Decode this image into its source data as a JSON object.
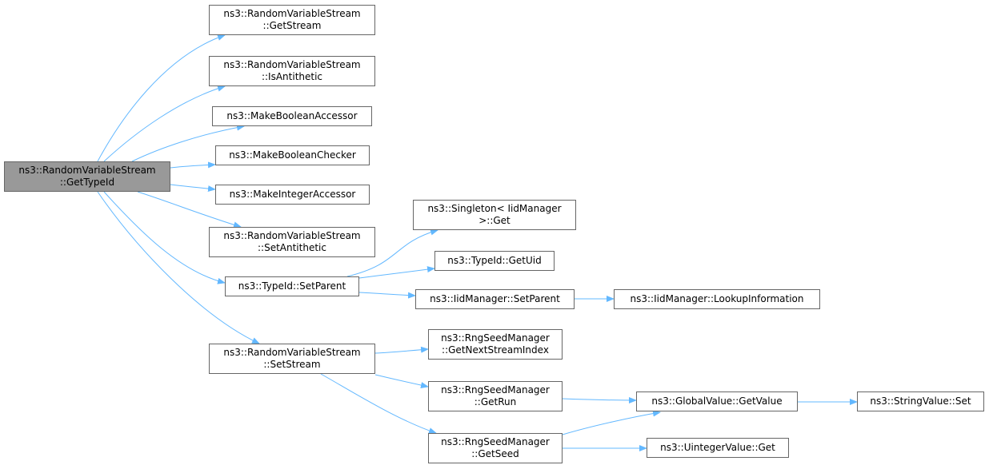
{
  "diagram": {
    "edge_color": "#63b8ff",
    "root_fill": "#999999",
    "nodes": {
      "root": {
        "lines": [
          "ns3::RandomVariableStream",
          "::GetTypeId"
        ]
      },
      "getstream": {
        "lines": [
          "ns3::RandomVariableStream",
          "::GetStream"
        ]
      },
      "isantithetic": {
        "lines": [
          "ns3::RandomVariableStream",
          "::IsAntithetic"
        ]
      },
      "makeboolacc": {
        "lines": [
          "ns3::MakeBooleanAccessor"
        ]
      },
      "makeboolchk": {
        "lines": [
          "ns3::MakeBooleanChecker"
        ]
      },
      "makeintacc": {
        "lines": [
          "ns3::MakeIntegerAccessor"
        ]
      },
      "setantithetic": {
        "lines": [
          "ns3::RandomVariableStream",
          "::SetAntithetic"
        ]
      },
      "typeidsetparent": {
        "lines": [
          "ns3::TypeId::SetParent"
        ]
      },
      "setstream": {
        "lines": [
          "ns3::RandomVariableStream",
          "::SetStream"
        ]
      },
      "singletonget": {
        "lines": [
          "ns3::Singleton< IidManager",
          ">::Get"
        ]
      },
      "getuid": {
        "lines": [
          "ns3::TypeId::GetUid"
        ]
      },
      "iidsetparent": {
        "lines": [
          "ns3::IidManager::SetParent"
        ]
      },
      "lookupinfo": {
        "lines": [
          "ns3::IidManager::LookupInformation"
        ]
      },
      "getnextstream": {
        "lines": [
          "ns3::RngSeedManager",
          "::GetNextStreamIndex"
        ]
      },
      "getrun": {
        "lines": [
          "ns3::RngSeedManager",
          "::GetRun"
        ]
      },
      "getseed": {
        "lines": [
          "ns3::RngSeedManager",
          "::GetSeed"
        ]
      },
      "globalgetvalue": {
        "lines": [
          "ns3::GlobalValue::GetValue"
        ]
      },
      "uintget": {
        "lines": [
          "ns3::UintegerValue::Get"
        ]
      },
      "stringset": {
        "lines": [
          "ns3::StringValue::Set"
        ]
      }
    }
  }
}
